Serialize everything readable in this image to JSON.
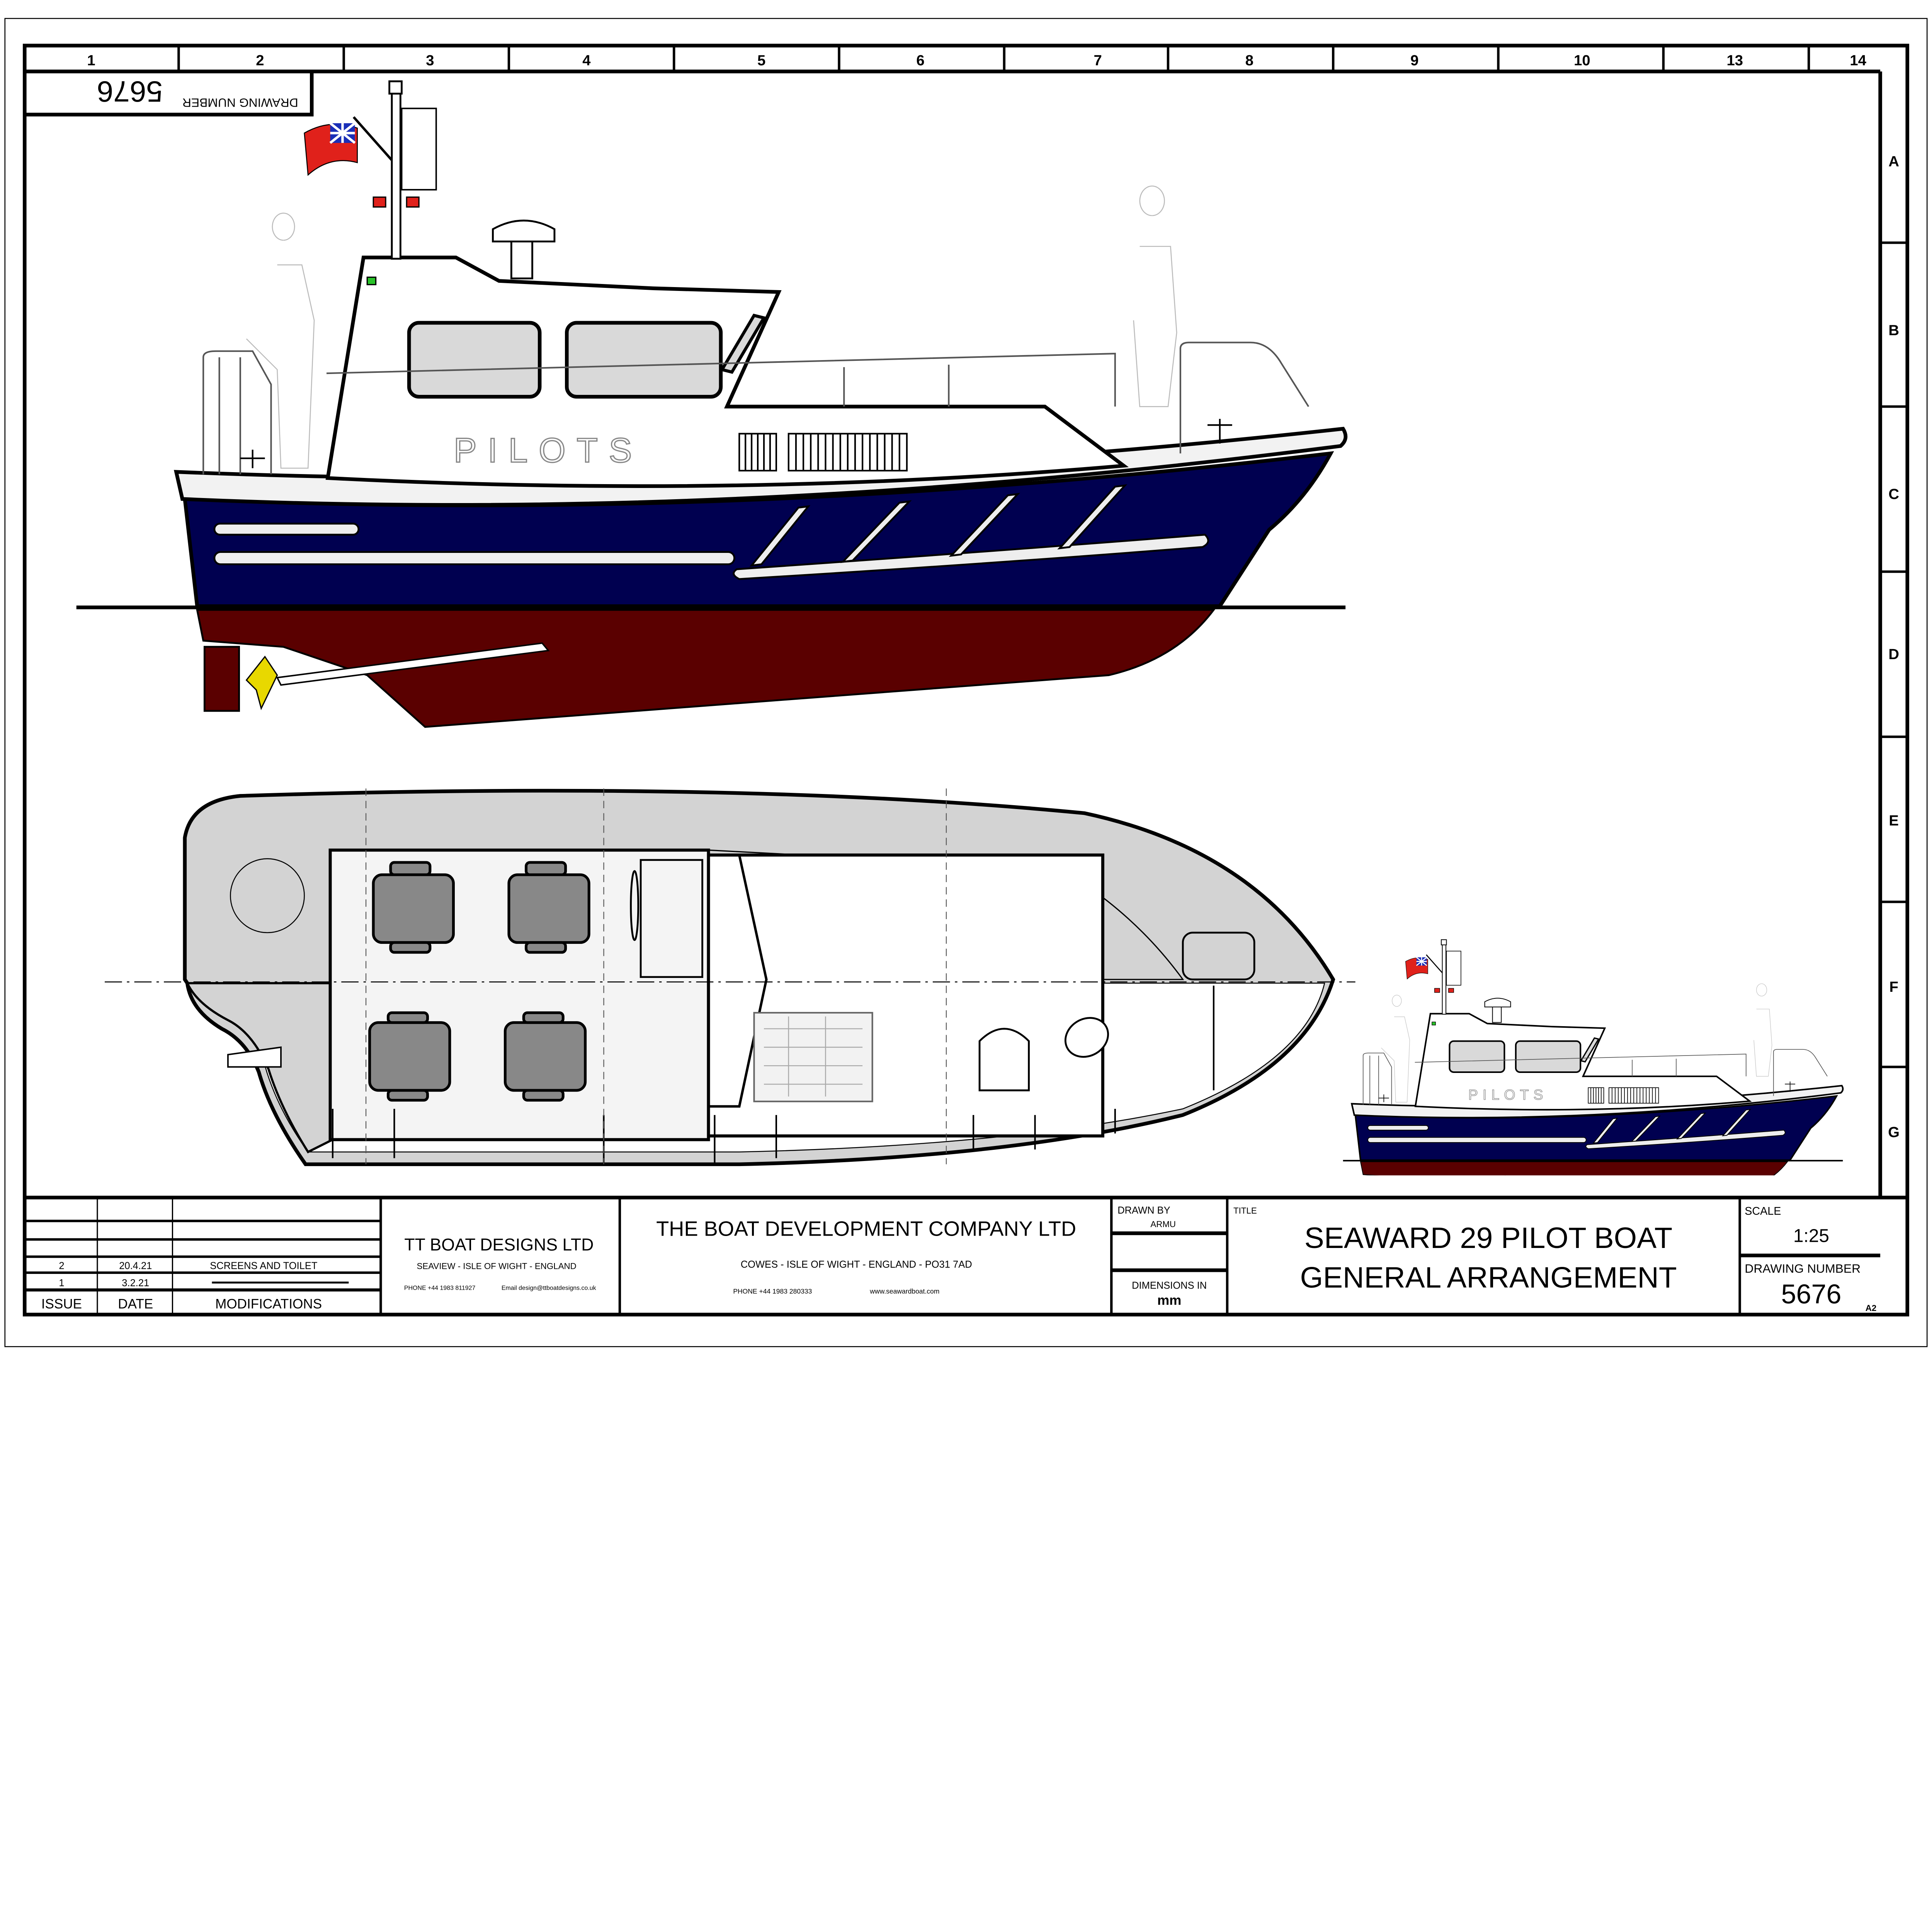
{
  "sheet": {
    "columns": [
      "1",
      "2",
      "3",
      "4",
      "5",
      "6",
      "7",
      "8",
      "9",
      "10",
      "13",
      "14"
    ],
    "rows": [
      "A",
      "B",
      "C",
      "D",
      "E",
      "F",
      "G"
    ],
    "inverted_drawing_number_label": "DRAWING NUMBER",
    "inverted_drawing_number": "5676",
    "sheet_size": "A2"
  },
  "boat": {
    "hull_lettering": "PILOTS"
  },
  "revisions": {
    "headers": {
      "issue": "ISSUE",
      "date": "DATE",
      "modifications": "MODIFICATIONS"
    },
    "rows": [
      {
        "issue": "2",
        "date": "20.4.21",
        "modification": "SCREENS AND TOILET"
      },
      {
        "issue": "1",
        "date": "3.2.21",
        "modification": ""
      }
    ]
  },
  "designer": {
    "name": "TT BOAT DESIGNS LTD",
    "address": "SEAVIEW - ISLE OF WIGHT - ENGLAND",
    "phone": "PHONE  +44 1983 811927",
    "email": "Email design@ttboatdesigns.co.uk"
  },
  "company": {
    "name": "THE BOAT DEVELOPMENT COMPANY LTD",
    "address": "COWES - ISLE OF WIGHT - ENGLAND - PO31 7AD",
    "phone": "PHONE  +44 1983 280333",
    "website": "www.seawardboat.com"
  },
  "drawn_by": {
    "label": "DRAWN BY",
    "value": "ARMU"
  },
  "dimensions": {
    "label": "DIMENSIONS IN",
    "value": "mm"
  },
  "title": {
    "label": "TITLE",
    "line1": "SEAWARD 29 PILOT BOAT",
    "line2": "GENERAL ARRANGEMENT"
  },
  "scale": {
    "label": "SCALE",
    "value": "1:25"
  },
  "drawing_number": {
    "label": "DRAWING NUMBER",
    "value": "5676"
  },
  "colors": {
    "topsides": "#000050",
    "antifouling": "#5a0000",
    "deck": "#d3d3d3",
    "seats": "#888888",
    "ensign": "#e0211b",
    "propeller": "#e8d800"
  }
}
